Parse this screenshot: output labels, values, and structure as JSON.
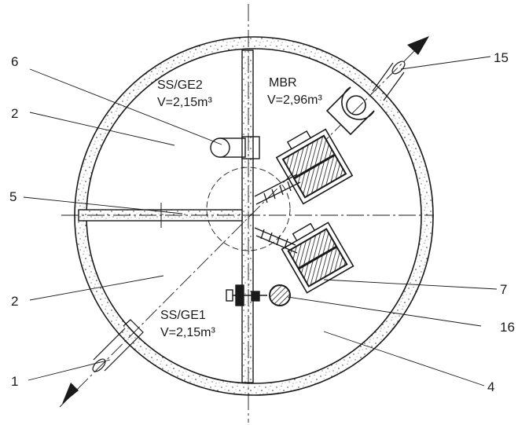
{
  "chambers": [
    {
      "name": "SS/GE2",
      "volume": "V=2,15m³"
    },
    {
      "name": "MBR",
      "volume": "V=2,96m³"
    },
    {
      "name": "SS/GE1",
      "volume": "V=2,15m³"
    }
  ],
  "callouts": [
    "1",
    "2",
    "2",
    "4",
    "5",
    "6",
    "7",
    "15",
    "16"
  ],
  "colors": {
    "ink": "#1a1a1a",
    "background": "#ffffff"
  }
}
